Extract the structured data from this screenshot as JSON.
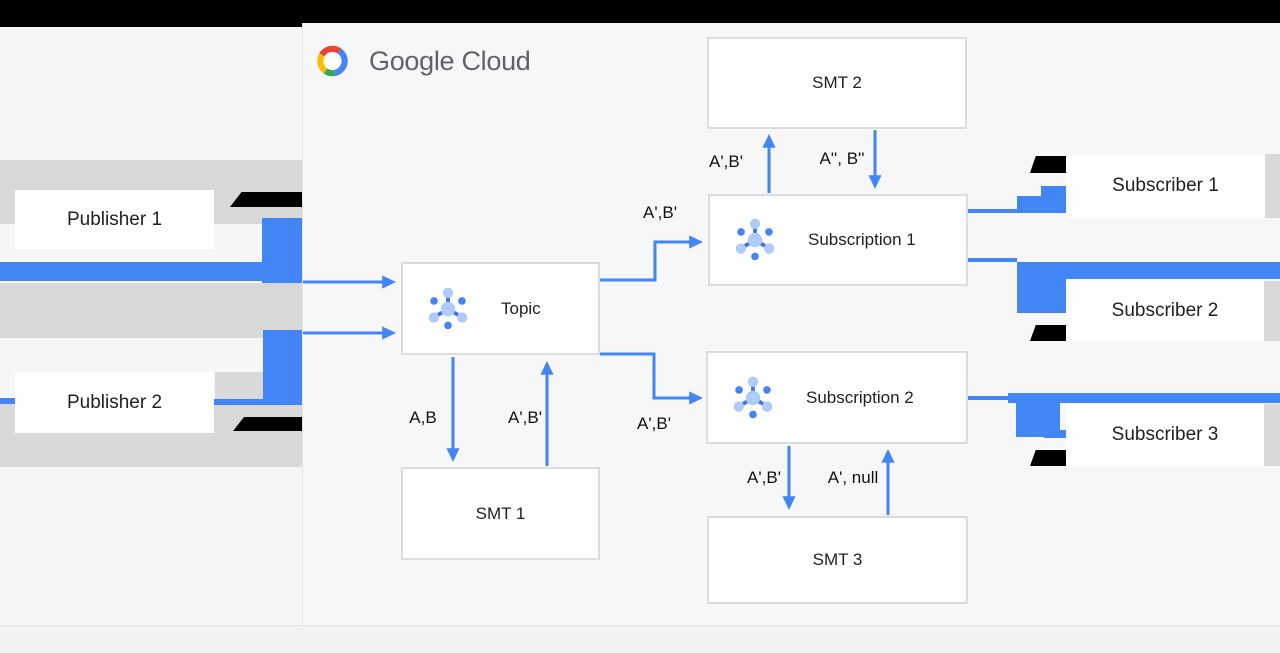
{
  "logo": {
    "text": "Google Cloud",
    "icon": "google-cloud-logo"
  },
  "nodes": {
    "publisher1": "Publisher 1",
    "publisher2": "Publisher 2",
    "topic": "Topic",
    "smt1": "SMT 1",
    "smt2": "SMT 2",
    "smt3": "SMT 3",
    "subscription1": "Subscription 1",
    "subscription2": "Subscription 2",
    "subscriber1": "Subscriber 1",
    "subscriber2": "Subscriber 2",
    "subscriber3": "Subscriber 3"
  },
  "edges": [
    {
      "from": "Topic",
      "to": "Subscription 1",
      "text": "A',B'"
    },
    {
      "from": "Subscription 1",
      "to": "SMT 2",
      "text": "A',B'"
    },
    {
      "from": "SMT 2",
      "to": "Subscription 1",
      "text": "A'', B''"
    },
    {
      "from": "Topic",
      "to": "SMT 1",
      "text": "A,B"
    },
    {
      "from": "SMT 1",
      "to": "Topic",
      "text": "A',B'"
    },
    {
      "from": "Topic",
      "to": "Subscription 2",
      "text": "A',B'"
    },
    {
      "from": "Subscription 2",
      "to": "SMT 3",
      "text": "A',B'"
    },
    {
      "from": "SMT 3",
      "to": "Subscription 2",
      "text": "A', null"
    }
  ],
  "icons": {
    "topic": "pubsub-topic-icon",
    "subscription1": "pubsub-subscription-icon",
    "subscription2": "pubsub-subscription-icon"
  },
  "colors": {
    "arrow_blue": "#4285f4",
    "icon_light_blue": "#aecbfa",
    "icon_dark_blue": "#4285f4",
    "band_gray": "#d9d9d9",
    "logo_text_gray": "#5f6368",
    "letterbox_black": "#000000"
  }
}
